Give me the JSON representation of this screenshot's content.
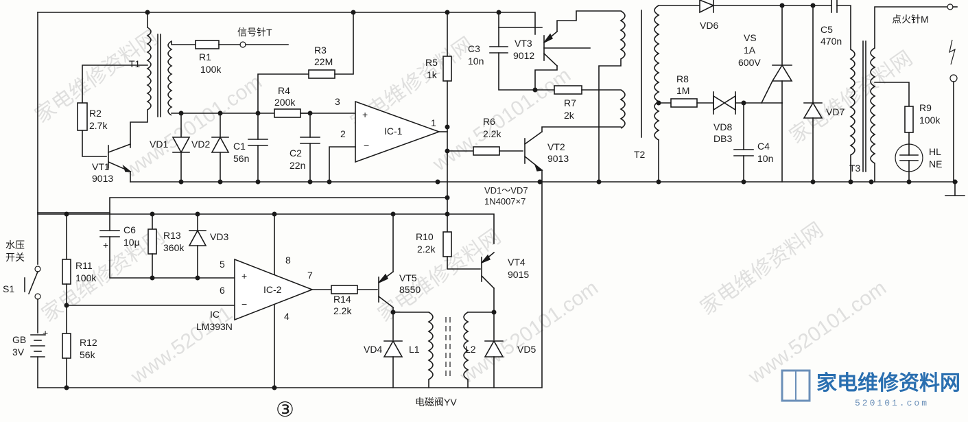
{
  "labels": {
    "signal_needle": "信号针T",
    "ignite_needle": "点火针M",
    "water_switch_1": "水压",
    "water_switch_2": "开关",
    "s1": "S1",
    "gb": "GB",
    "gb_v": "3V",
    "valve": "电磁阀YV",
    "fig_no": "③",
    "diodes_note_1": "VD1～VD7",
    "diodes_note_2": "1N4007×7",
    "pin1": "1",
    "pin2": "2",
    "pin3": "3",
    "pin4": "4",
    "pin5": "5",
    "pin6": "6",
    "pin7": "7",
    "pin8": "8",
    "plus": "+",
    "minus": "−"
  },
  "components": {
    "T1": "T1",
    "T2": "T2",
    "T3": "T3",
    "R1": "R1",
    "R1v": "100k",
    "R2": "R2",
    "R2v": "2.7k",
    "R3": "R3",
    "R3v": "22M",
    "R4": "R4",
    "R4v": "200k",
    "R5": "R5",
    "R5v": "1k",
    "R6": "R6",
    "R6v": "2.2k",
    "R7": "R7",
    "R7v": "2k",
    "R8": "R8",
    "R8v": "1M",
    "R9": "R9",
    "R9v": "100k",
    "R10": "R10",
    "R10v": "2.2k",
    "R11": "R11",
    "R11v": "100k",
    "R12": "R12",
    "R12v": "56k",
    "R13": "R13",
    "R13v": "360k",
    "R14": "R14",
    "R14v": "2.2k",
    "C1": "C1",
    "C1v": "56n",
    "C2": "C2",
    "C2v": "22n",
    "C3": "C3",
    "C3v": "10n",
    "C4": "C4",
    "C4v": "10n",
    "C5": "C5",
    "C5v": "470n",
    "C6": "C6",
    "C6v": "10μ",
    "VD1": "VD1",
    "VD2": "VD2",
    "VD3": "VD3",
    "VD4": "VD4",
    "VD5": "VD5",
    "VD6": "VD6",
    "VD7": "VD7",
    "VD8": "VD8",
    "VD8v": "DB3",
    "VS": "VS",
    "VSv1": "1A",
    "VSv2": "600V",
    "VT1": "VT1",
    "VT1v": "9013",
    "VT2": "VT2",
    "VT2v": "9013",
    "VT3": "VT3",
    "VT3v": "9012",
    "VT4": "VT4",
    "VT4v": "9015",
    "VT5": "VT5",
    "VT5v": "8550",
    "IC1": "IC-1",
    "IC2": "IC-2",
    "IC": "IC",
    "ICv": "LM393N",
    "L1": "L1",
    "L2": "L2",
    "HL": "HL",
    "HLv": "NE"
  },
  "watermark": {
    "site": "www.520101.com",
    "cn": "家电维修资料网",
    "brand_cn": "家电维修资料网",
    "brand_url": "520101.com"
  }
}
